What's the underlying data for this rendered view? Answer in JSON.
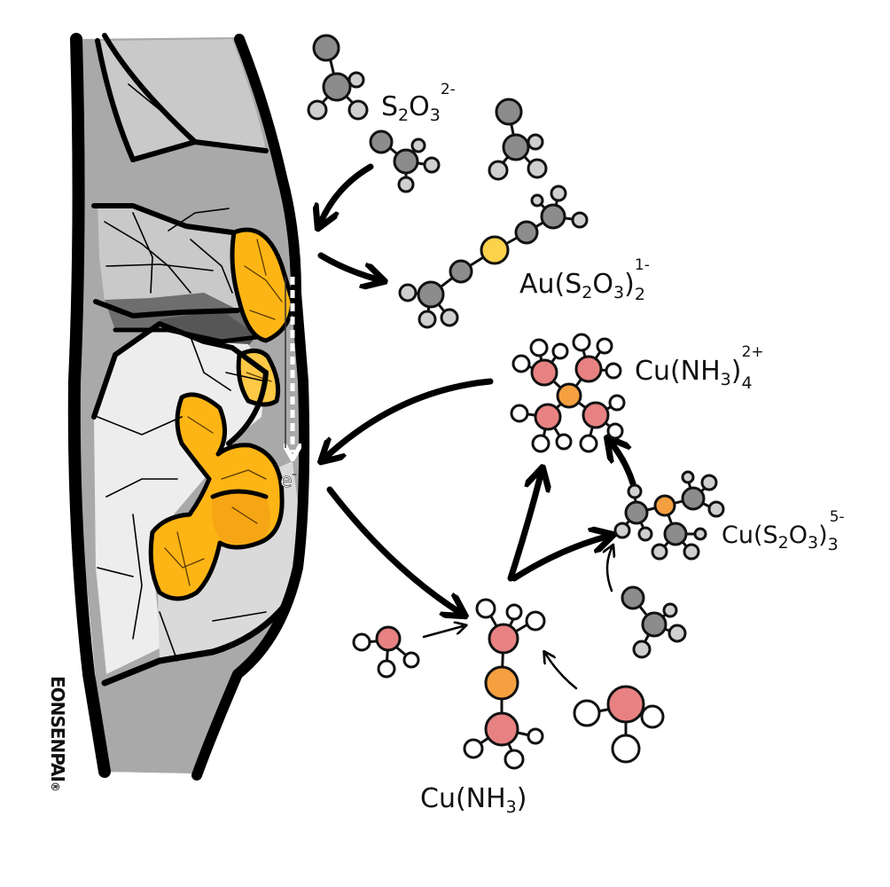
{
  "labels": {
    "thiosulfate": {
      "base": "S",
      "s1": "2",
      "mid": "O",
      "s2": "3",
      "charge": "2-"
    },
    "gold_complex": {
      "base": "Au(S",
      "s1": "2",
      "mid": "O",
      "s2": "3",
      "close": ")",
      "s3": "2",
      "charge": "1-"
    },
    "cu_tetraammine": {
      "base": "Cu(NH",
      "s1": "3",
      "close": ")",
      "s2": "4",
      "charge": "2+"
    },
    "cu_thiosulfate": {
      "base": "Cu(S",
      "s1": "2",
      "mid": "O",
      "s2": "3",
      "close": ")",
      "s3": "3",
      "charge": "5-"
    },
    "cu_ammine": {
      "base": "Cu(NH",
      "s1": "3",
      "close": ")"
    },
    "electron": {
      "symbol": "e",
      "charge": "-"
    },
    "signature": "EONSENPAI",
    "signature_mark": "®"
  },
  "colors": {
    "gold": "#FDB515",
    "gold_light": "#FFC845",
    "copper": "#F5A040",
    "ammonia_n": "#E88282",
    "sulfur_gray": "#8C8C8C",
    "gold_atom": "#FCD24A",
    "hydrogen": "#FFFFFF",
    "rock_dark": "#6E6E6E",
    "rock_mid": "#A9A9A9",
    "rock_light": "#C9C9C9",
    "rock_pale": "#EDEDED"
  }
}
